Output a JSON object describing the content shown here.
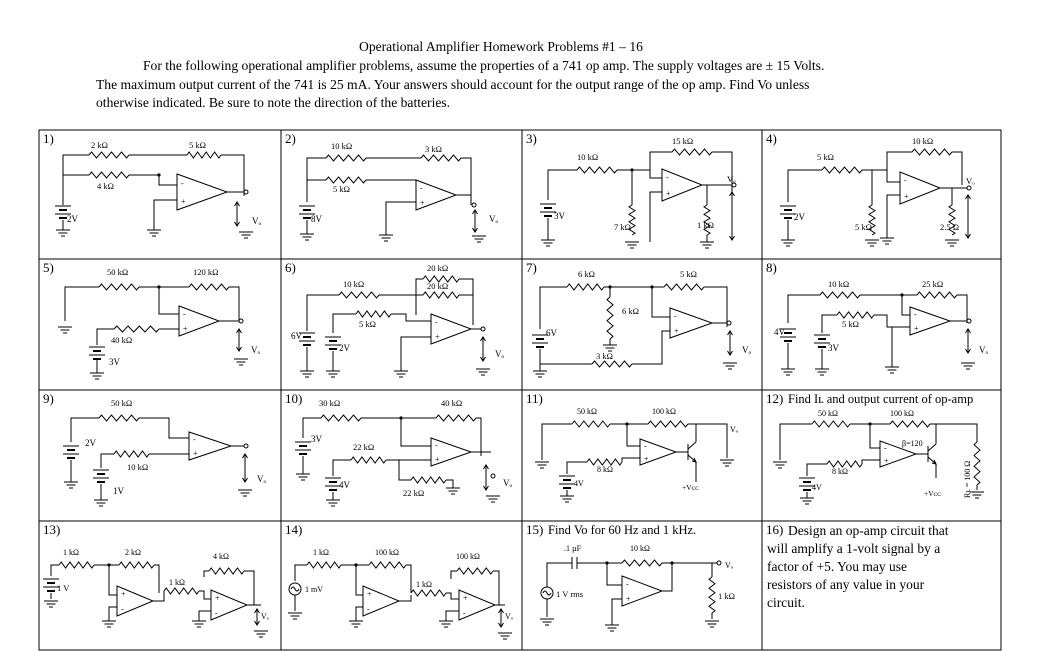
{
  "header": {
    "title": "Operational Amplifier Homework Problems #1 – 16",
    "line1": "For the following operational amplifier problems, assume the properties of a 741 op amp.  The supply voltages are ± 15 Volts.",
    "line2": "The maximum output current of the 741 is 25 mA.  Your answers should account for the output range of the op amp.  Find Vo unless",
    "line3": "otherwise indicated.  Be sure to note the direction of the batteries."
  },
  "cells": [
    {
      "num": "1)",
      "labels": [
        "2 kΩ",
        "5 kΩ",
        "4 kΩ",
        "2V",
        "Vₒ"
      ]
    },
    {
      "num": "2)",
      "labels": [
        "10 kΩ",
        "3 kΩ",
        "5 kΩ",
        "8V",
        "Vₒ"
      ]
    },
    {
      "num": "3)",
      "labels": [
        "15 kΩ",
        "10 kΩ",
        "Vₒ",
        "3V",
        "7 kΩ",
        "1 kΩ"
      ]
    },
    {
      "num": "4)",
      "labels": [
        "10 kΩ",
        "5 kΩ",
        "Vₒ",
        "2V",
        "5 kΩ",
        "2.5 Ω"
      ]
    },
    {
      "num": "5)",
      "labels": [
        "50 kΩ",
        "120 kΩ",
        "40 kΩ",
        "3V",
        "Vₒ"
      ]
    },
    {
      "num": "6)",
      "labels": [
        "20 kΩ",
        "20 kΩ",
        "10 kΩ",
        "5 kΩ",
        "6V",
        "2V",
        "Vₒ"
      ]
    },
    {
      "num": "7)",
      "labels": [
        "6 kΩ",
        "5 kΩ",
        "6 kΩ",
        "6V",
        "3 kΩ",
        "Vₒ"
      ]
    },
    {
      "num": "8)",
      "labels": [
        "10 kΩ",
        "25 kΩ",
        "5 kΩ",
        "4V",
        "3V",
        "Vₒ"
      ]
    },
    {
      "num": "9)",
      "labels": [
        "50 kΩ",
        "2V",
        "10 kΩ",
        "1V",
        "Vₒ"
      ]
    },
    {
      "num": "10)",
      "labels": [
        "30 kΩ",
        "40 kΩ",
        "3V",
        "22 kΩ",
        "4V",
        "22 kΩ",
        "Vₒ"
      ]
    },
    {
      "num": "11)",
      "labels": [
        "50 kΩ",
        "100 kΩ",
        "Vₒ",
        "8 kΩ",
        "4V",
        "+Vᴄᴄ"
      ]
    },
    {
      "num": "12)",
      "title": "Find Iʟ and output current of op-amp",
      "labels": [
        "50 kΩ",
        "100 kΩ",
        "β=120",
        "8 kΩ",
        "4V",
        "+Vᴄᴄ",
        "Rʟ = 100 Ω"
      ]
    },
    {
      "num": "13)",
      "labels": [
        "1 kΩ",
        "2 kΩ",
        "4 kΩ",
        "1 kΩ",
        "1 V",
        "Vₒ"
      ]
    },
    {
      "num": "14)",
      "labels": [
        "1 kΩ",
        "100 kΩ",
        "100 kΩ",
        "1 kΩ",
        "1 mV",
        "Vₒ"
      ]
    },
    {
      "num": "15)",
      "title": "Find Vo for 60 Hz and 1 kHz.",
      "labels": [
        ".1 µF",
        "10 kΩ",
        "Vₒ",
        "1 V rms",
        "1 kΩ"
      ]
    },
    {
      "num": "16)",
      "text": [
        "Design an op-amp circuit that",
        "will amplify a 1-volt signal by a",
        "factor of +5.  You may use",
        "resistors of any value in your",
        "circuit."
      ]
    }
  ]
}
